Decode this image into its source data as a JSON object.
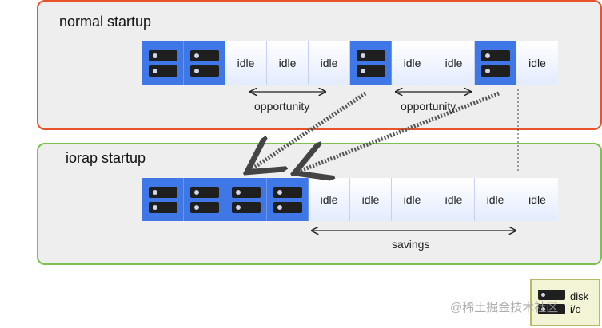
{
  "normal": {
    "title": "normal startup",
    "cells": [
      "disk",
      "disk",
      "idle",
      "idle",
      "idle",
      "disk",
      "idle",
      "idle",
      "disk",
      "idle"
    ]
  },
  "iorap": {
    "title": "iorap startup",
    "cells": [
      "disk",
      "disk",
      "disk",
      "disk",
      "idle",
      "idle",
      "idle",
      "idle",
      "idle",
      "idle"
    ]
  },
  "labels": {
    "idle": "idle",
    "opportunity_1": "opportunity",
    "opportunity_2": "opportunity",
    "savings": "savings"
  },
  "legend": {
    "disk_label": "disk",
    "io_label": "i/o"
  },
  "watermark": "@稀土掘金技术社区",
  "colors": {
    "normal_border": "#e8542a",
    "iorap_border": "#7cc24e",
    "disk_cell": "#3f78e6",
    "legend_border": "#b8b866"
  }
}
